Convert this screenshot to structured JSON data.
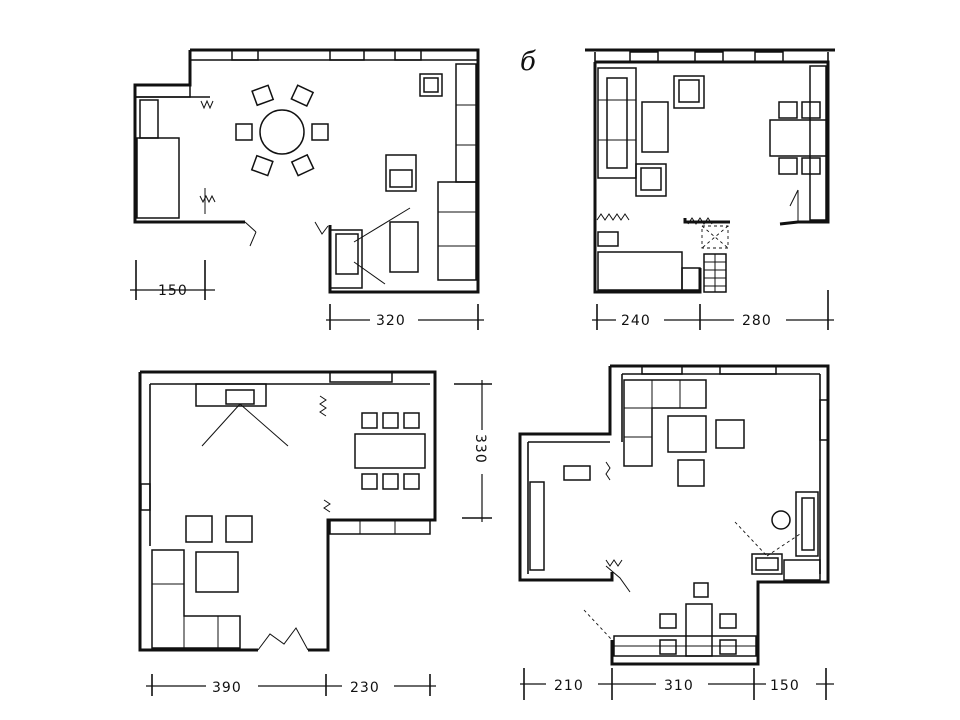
{
  "sheet_label": "б",
  "plans": [
    {
      "id": "top-left",
      "dimensions": [
        "150",
        "320"
      ]
    },
    {
      "id": "top-right",
      "dimensions": [
        "240",
        "280"
      ]
    },
    {
      "id": "bottom-left",
      "dimensions": [
        "390",
        "230",
        "330"
      ]
    },
    {
      "id": "bottom-right",
      "dimensions": [
        "210",
        "310",
        "150"
      ]
    }
  ]
}
